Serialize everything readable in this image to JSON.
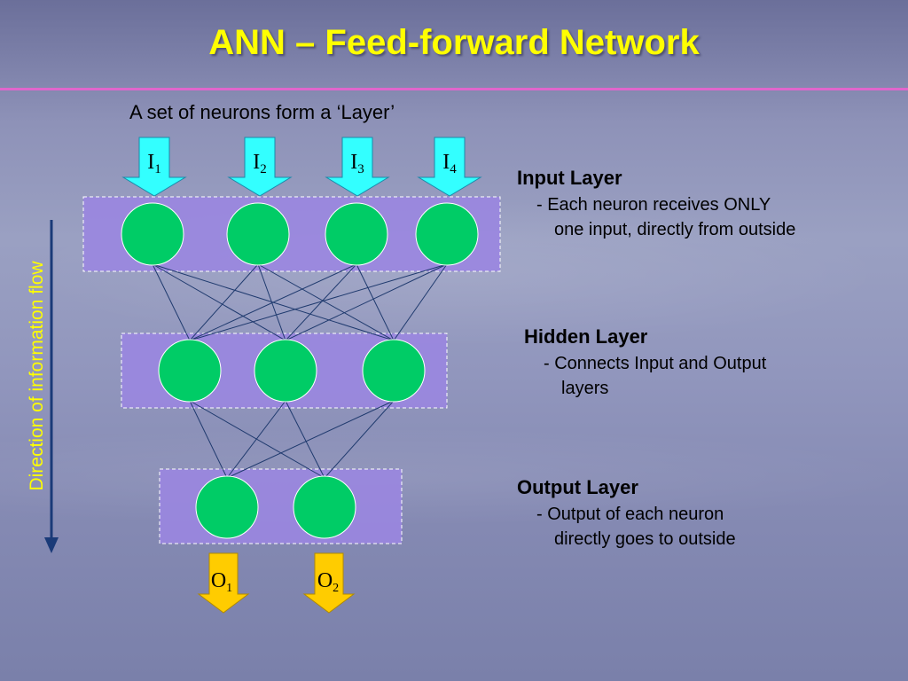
{
  "title": "ANN – Feed-forward Network",
  "subtitle": "A set of neurons form a ‘Layer’",
  "flow_label": "Direction of information flow",
  "inputs": [
    {
      "main": "I",
      "sub": "1"
    },
    {
      "main": "I",
      "sub": "2"
    },
    {
      "main": "I",
      "sub": "3"
    },
    {
      "main": "I",
      "sub": "4"
    }
  ],
  "outputs": [
    {
      "main": "O",
      "sub": "1"
    },
    {
      "main": "O",
      "sub": "2"
    }
  ],
  "layers": {
    "input": {
      "heading": "Input Layer",
      "line1": "- Each neuron receives ONLY",
      "line2": "one input, directly from outside",
      "neurons": 4
    },
    "hidden": {
      "heading": "Hidden Layer",
      "line1": "- Connects Input and Output",
      "line2": "layers",
      "neurons": 3
    },
    "output": {
      "heading": "Output Layer",
      "line1": "- Output of each neuron",
      "line2": "directly goes to outside",
      "neurons": 2
    }
  },
  "colors": {
    "title": "#ffff00",
    "neuron": "#00cc66",
    "layer_box": "#9a86e0",
    "input_arrow": "#33ffff",
    "output_arrow": "#ffcc00",
    "connection": "#1f3a6e",
    "flow_arrow": "#1a3a78"
  }
}
